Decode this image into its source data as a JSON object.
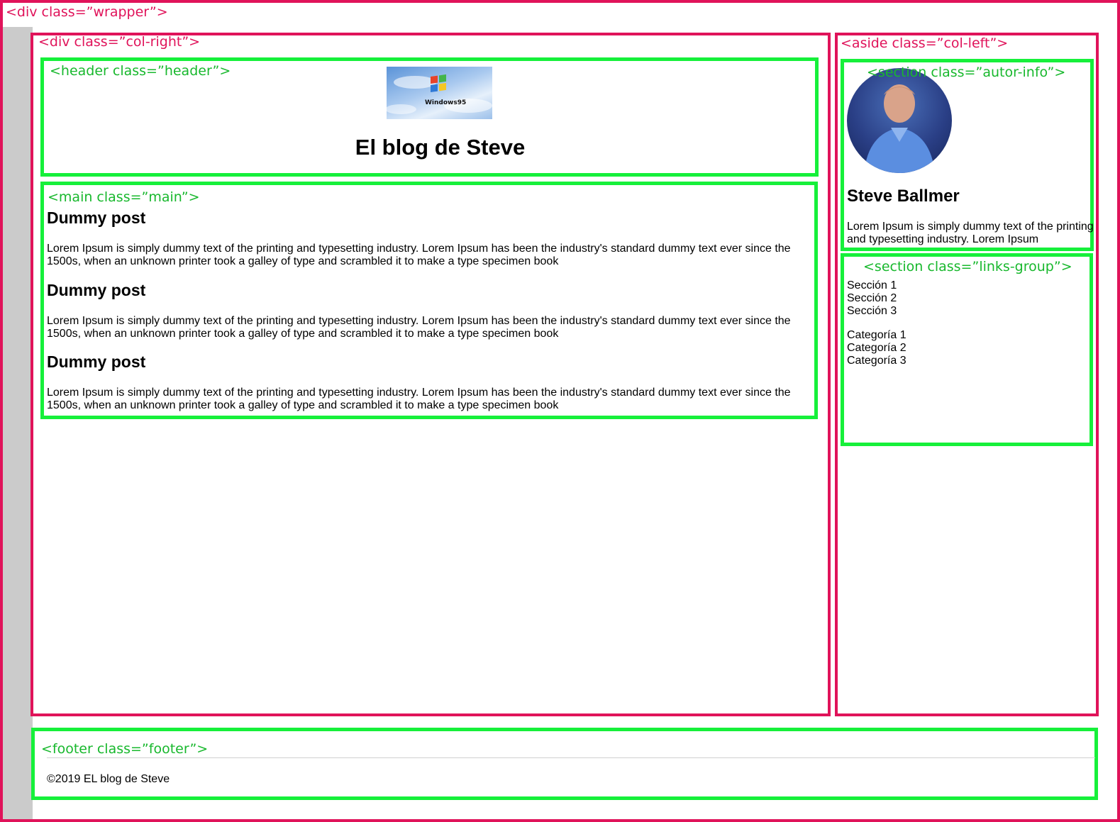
{
  "wrapper": {
    "label": "<div class=”wrapper”>"
  },
  "col_right": {
    "label": "<div class=”col-right”>"
  },
  "header": {
    "label": "<header class=”header”>",
    "logo_text": "Windows95",
    "title": "El blog de Steve"
  },
  "main": {
    "label": "<main class=”main”>",
    "posts": [
      {
        "title": "Dummy post",
        "body_line1": "Lorem Ipsum is simply dummy text of the printing and typesetting industry. Lorem Ipsum has been the industry's standard dummy text ever since the",
        "body_line2": "1500s, when an unknown printer took a galley of type and scrambled it to make a type specimen book"
      },
      {
        "title": "Dummy post",
        "body_line1": "Lorem Ipsum is simply dummy text of the printing and typesetting industry. Lorem Ipsum has been the industry's standard dummy text ever since the",
        "body_line2": "1500s, when an unknown printer took a galley of type and scrambled it to make a type specimen book"
      },
      {
        "title": "Dummy post",
        "body_line1": "Lorem Ipsum is simply dummy text of the printing and typesetting industry. Lorem Ipsum has been the industry's standard dummy text ever since the",
        "body_line2": "1500s, when an unknown printer took a galley of type and scrambled it to make a type specimen book"
      }
    ]
  },
  "col_left": {
    "label": "<aside class=”col-left”>"
  },
  "autor_info": {
    "label": "<section class=”autor-info”>",
    "name": "Steve Ballmer",
    "bio_line1": "Lorem Ipsum is simply dummy text of the printing",
    "bio_line2": "and typesetting industry. Lorem Ipsum"
  },
  "links_group": {
    "label": "<section class=”links-group”>",
    "sections": [
      "Sección 1",
      "Sección 2",
      "Sección 3"
    ],
    "categories": [
      "Categoría 1",
      "Categoría 2",
      "Categoría 3"
    ]
  },
  "footer": {
    "label": "<footer class=”footer”>",
    "copyright": "©2019 EL blog de Steve"
  },
  "colors": {
    "wrapper_border": "#e0135a",
    "section_border": "#16f03a",
    "section_label": "#18b82d",
    "sidebar_strip": "#cbcbcb"
  }
}
